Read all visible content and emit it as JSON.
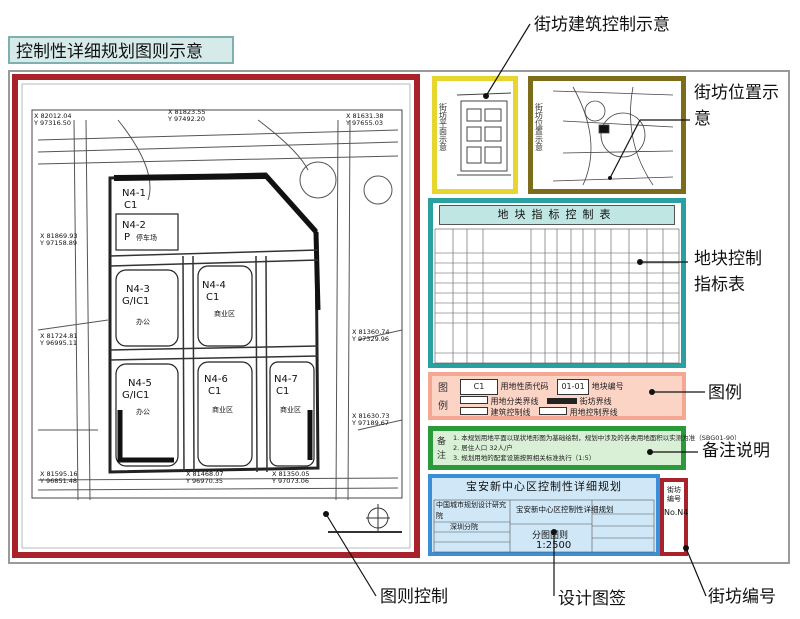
{
  "title": "控制性详细规划图则示意",
  "callouts": {
    "block_building": "街坊建筑控制示意",
    "block_location": "街坊位置示意",
    "indicator_table": "地块控制指标表",
    "legend": "图例",
    "notes": "备注说明",
    "plan_control": "图则控制",
    "title_block": "设计图签",
    "block_number": "街坊编号"
  },
  "plan": {
    "parcels": [
      {
        "id": "N4-1",
        "code": "C1",
        "use": ""
      },
      {
        "id": "N4-2",
        "code": "P",
        "use": "停车场"
      },
      {
        "id": "N4-3",
        "code": "G/IC1",
        "use": "办公"
      },
      {
        "id": "N4-4",
        "code": "C1",
        "use": "商业区"
      },
      {
        "id": "N4-5",
        "code": "G/IC1",
        "use": "办公"
      },
      {
        "id": "N4-6",
        "code": "C1",
        "use": "商业区"
      },
      {
        "id": "N4-7",
        "code": "C1",
        "use": "商业区"
      }
    ],
    "commercial_label": "商业区",
    "coords": [
      {
        "x": "X 82012.04",
        "y": "Y 97316.50"
      },
      {
        "x": "X 81823.55",
        "y": "Y 97492.20"
      },
      {
        "x": "X 81631.38",
        "y": "Y 97655.03"
      },
      {
        "x": "X 81869.93",
        "y": "Y 97158.89"
      },
      {
        "x": "X 81724.81",
        "y": "Y 96995.11"
      },
      {
        "x": "X 81360.74",
        "y": "Y 97329.96"
      },
      {
        "x": "X 81630.73",
        "y": "Y 97189.67"
      },
      {
        "x": "X 81595.16",
        "y": "Y 96851.48"
      },
      {
        "x": "X 81468.07",
        "y": "Y 96970.35"
      },
      {
        "x": "X 81350.05",
        "y": "Y 97073.06"
      }
    ]
  },
  "thumb_labels": {
    "plan_vertical": "街坊平面示意",
    "location_vertical": "街坊位置示意"
  },
  "table_title": "地块指标控制表",
  "legend_panel": {
    "label": "图例",
    "code_sample": "C1",
    "number_sample": "01-01",
    "items": [
      "用地性质代码",
      "地块编号",
      "用地分类界线",
      "街坊界线",
      "建筑控制线",
      "用地控制界线"
    ]
  },
  "notes_panel": {
    "label": "备注",
    "line1": "1. 本规划用地平面以现状地形图为基础绘制，规划中涉及的各类用地面积以实测为准（SBG01-90）",
    "line2": "2. 居住人口 32人/户",
    "line3": "3. 规划用地的配套设施按照相关标准执行（1:5）"
  },
  "title_panel": {
    "heading": "宝安新中心区控制性详细规划",
    "institute": "中国城市规划设计研究院",
    "city": "深圳分院",
    "project": "宝安新中心区控制性详细规划",
    "drawing_name": "分图图则",
    "scale": "1:2500",
    "block_label": "街坊编号",
    "block_no": "No.N4"
  },
  "colors": {
    "frame_red": "#a7222b",
    "teal": "#2aa0a0",
    "yellow": "#e8d630",
    "olive": "#7c6d1b",
    "green": "#2a9a3a",
    "salmon": "#f4a893",
    "blue": "#3a8fd6",
    "title_bg": "#d7eaea"
  }
}
